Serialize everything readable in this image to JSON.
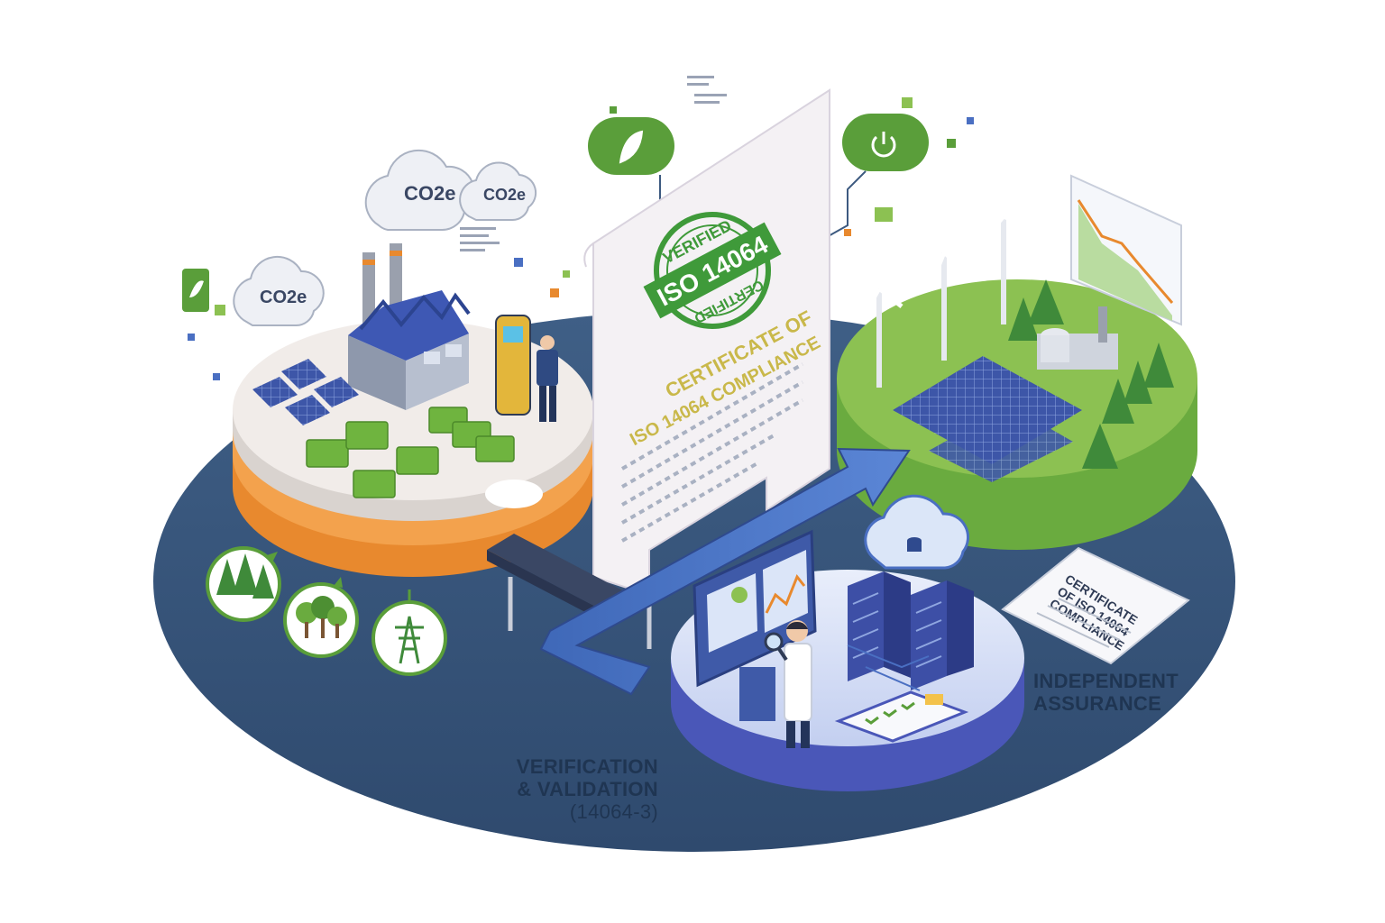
{
  "clouds": [
    "CO2e",
    "CO2e",
    "CO2e"
  ],
  "certificate": {
    "stamp_top": "VERIFIED",
    "stamp_center": "ISO 14064",
    "stamp_bottom": "CERTIFIED",
    "title_line1": "CERTIFICATE OF",
    "title_line2": "ISO 14064 COMPLIANCE"
  },
  "small_certificate": {
    "line1": "CERTIFICATE",
    "line2": "OF ISO 14064",
    "line3": "COMPLIANCE"
  },
  "labels": {
    "verification_line1": "VERIFICATION",
    "verification_line2": "& VALIDATION",
    "verification_line3": "(14064-3)",
    "assurance_line1": "INDEPENDENT",
    "assurance_line2": "ASSURANCE"
  },
  "icons": [
    "leaf-icon",
    "power-icon",
    "trees-icon",
    "tree-icon",
    "power-tower-icon",
    "magnifier-icon",
    "cloud-database-icon",
    "checklist-icon"
  ],
  "colors": {
    "base": "#3d5a80",
    "green": "#5a9e3a",
    "orange": "#e8892e",
    "blue": "#4a6fc2",
    "certificate_text": "#c9b84a"
  }
}
